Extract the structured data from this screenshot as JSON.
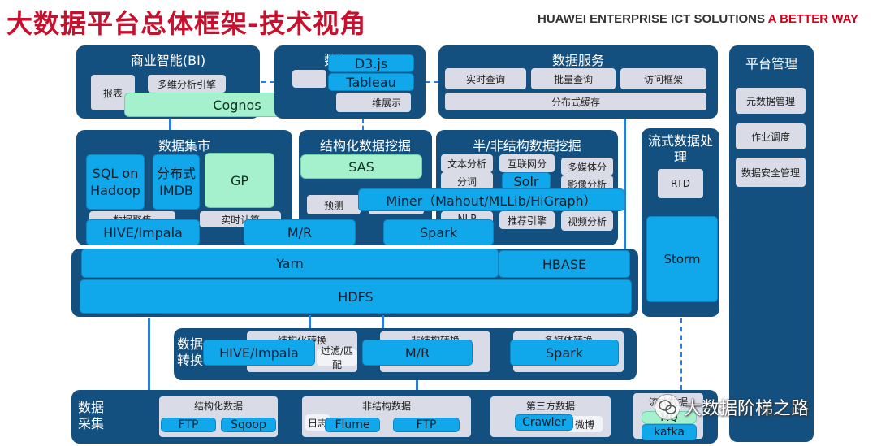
{
  "header": {
    "title": "大数据平台总体框架-技术视角",
    "brand_main": "HUAWEI ENTERPRISE ICT SOLUTIONS",
    "brand_accent": "A BETTER WAY"
  },
  "bi": {
    "title": "商业智能(BI)",
    "items": [
      "报表",
      "多维分析引擎"
    ],
    "overlay": "Cognos"
  },
  "viz": {
    "title": "数据可视",
    "overlays": [
      "D3.js",
      "Tableau"
    ],
    "items": [
      "维展示"
    ]
  },
  "service": {
    "title": "数据服务",
    "items": [
      "实时查询",
      "批量查询",
      "访问框架",
      "分布式缓存"
    ]
  },
  "platform": {
    "title": "平台管理",
    "items": [
      "元数据管理",
      "作业调度",
      "数据安全管理"
    ]
  },
  "mart": {
    "title": "数据集市",
    "overlays": [
      "SQL on Hadoop",
      "分布式 IMDB",
      "GP"
    ],
    "items": [
      "数据聚集",
      "实时计算"
    ]
  },
  "structured_mining": {
    "title": "结构化数据挖掘",
    "overlays": [
      "SAS"
    ],
    "items": [
      "预测"
    ]
  },
  "unstructured_mining": {
    "title": "半/非结构数据挖掘",
    "items": [
      "文本分析",
      "分词",
      "互联网分",
      "多媒体分",
      "影像分析",
      "推荐引擎",
      "视频分析",
      "NLP"
    ],
    "overlays": [
      "Solr"
    ]
  },
  "miner": "Miner（Mahout/MLLib/HiGraph）",
  "stream": {
    "title": "流式数据处理",
    "items": [
      "RTD"
    ],
    "overlays": [
      "Storm"
    ]
  },
  "compute": {
    "hive": "HIVE/Impala",
    "mr": "M/R",
    "spark": "Spark",
    "yarn": "Yarn",
    "hbase": "HBASE",
    "hdfs": "HDFS"
  },
  "transform": {
    "label": "数据转换",
    "items": [
      "结构化转换",
      "非结构转换",
      "多媒体转换",
      "过滤/匹配"
    ],
    "overlays": [
      "HIVE/Impala",
      "M/R",
      "Spark"
    ]
  },
  "collect": {
    "label": "数据采集",
    "groups": [
      "结构化数据",
      "非结构数据",
      "第三方数据",
      "流式数据"
    ],
    "items": [
      "日志",
      "微博"
    ],
    "overlays": [
      "FTP",
      "Sqoop",
      "Flume",
      "FTP",
      "Crawler",
      "MQ",
      "kafka"
    ]
  },
  "watermark": "大数据阶梯之路",
  "colors": {
    "panel": "#14507f",
    "cyan": "#10a8ea",
    "mint": "#a6f1cd",
    "gray": "#d9dbe6",
    "title_red": "#c8102e"
  }
}
